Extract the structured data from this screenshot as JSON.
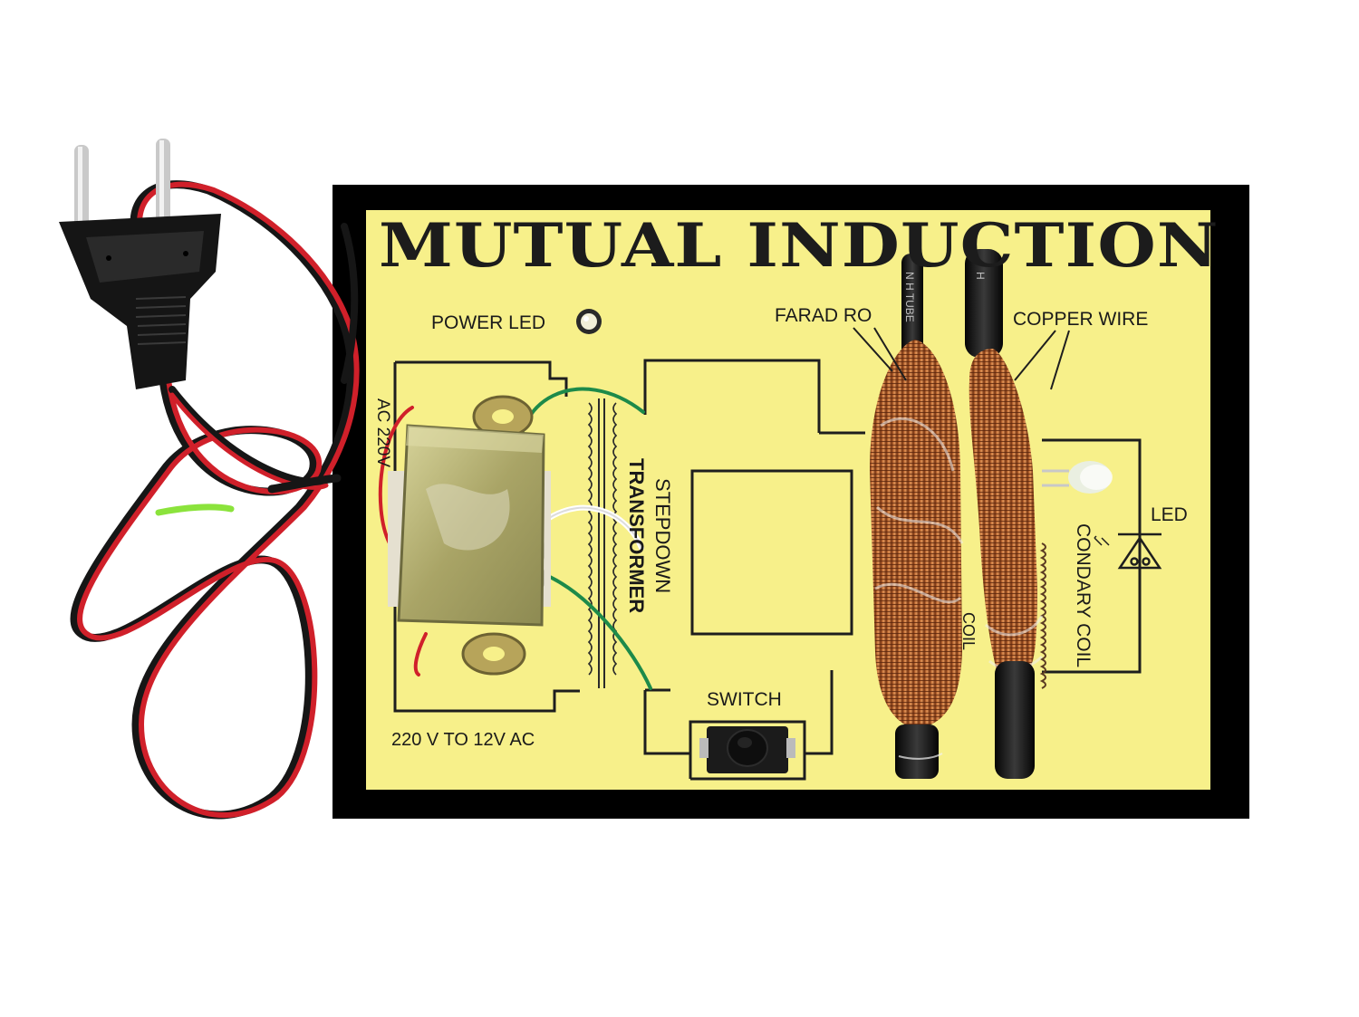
{
  "board": {
    "title": "MUTUAL INDUCTION",
    "labels": {
      "power_led": "POWER LED",
      "farad_rod": "FARAD RO",
      "copper_wire": "COPPER WIRE",
      "ac_input": "AC 220V",
      "stepdown": "STEPDOWN",
      "transformer": "TRANSFORMER",
      "led": "LED",
      "secondary_coil": "CONDARY COIL",
      "primary_coil": "COIL",
      "switch": "SWITCH",
      "voltage_rating": "220 V TO 12V AC"
    },
    "rod_markings": [
      "N H TUBE",
      "H"
    ]
  },
  "colors": {
    "board_background": "#000000",
    "panel_yellow": "#f7f08a",
    "copper": "#b8602a",
    "wire_red": "#d0202a",
    "wire_black": "#161616",
    "wire_green": "#1d8a4a",
    "transformer_metal": "#b9b57a"
  },
  "icons": [
    "two-pin-plug-icon",
    "led-symbol-icon",
    "transformer-coil-icon",
    "push-switch-icon"
  ]
}
